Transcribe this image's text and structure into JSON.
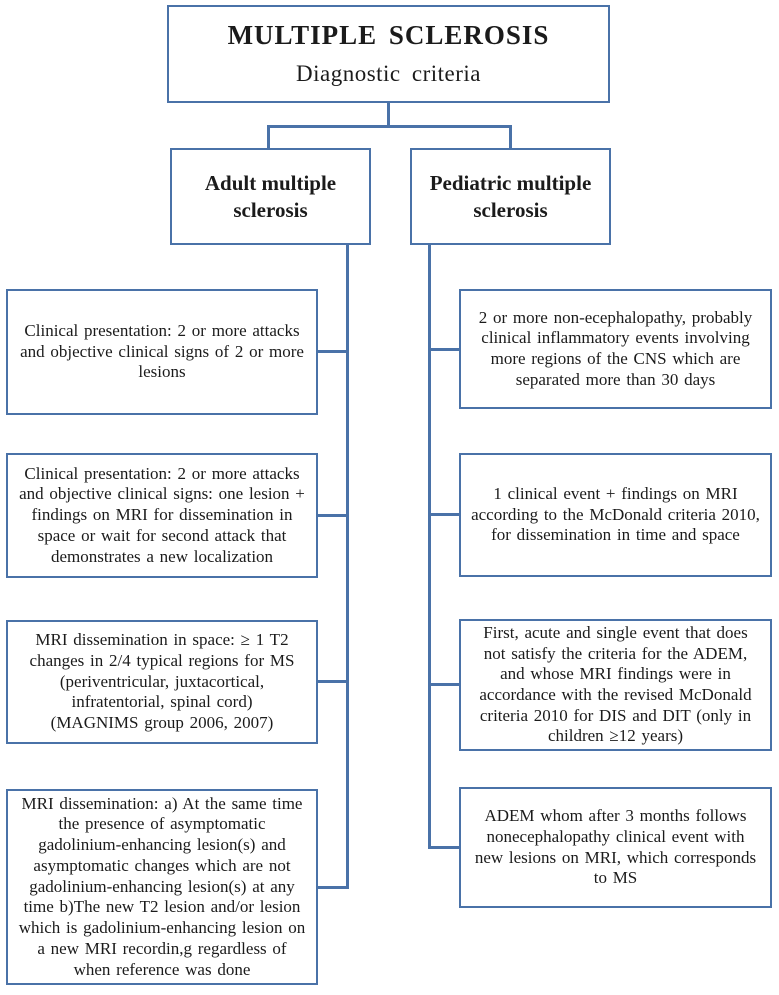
{
  "palette": {
    "line_blue": "#4a72a8",
    "text_black": "#1b1b1b",
    "background": "#ffffff"
  },
  "title_box": {
    "title": "MULTIPLE SCLEROSIS",
    "subtitle": "Diagnostic criteria"
  },
  "branch_boxes": {
    "adult": {
      "label": "Adult multiple\nsclerosis"
    },
    "pediatric": {
      "label": "Pediatric multiple\nsclerosis"
    }
  },
  "adult_criteria": [
    {
      "text": "Clinical presentation: 2 or more attacks\nand objective clinical signs of 2 or more\nlesions"
    },
    {
      "text": "Clinical presentation: 2 or more attacks\nand objective clinical signs: one lesion +\nfindings on MRI for dissemination in\nspace or wait for second attack that\ndemonstrates a new localization"
    },
    {
      "text": "MRI dissemination in space: ≥ 1 T2\nchanges in 2/4 typical regions for MS\n(periventricular, juxtacortical,\ninfratentorial, spinal cord)\n(MAGNIMS group 2006, 2007)"
    },
    {
      "text": "MRI dissemination: a) At the same time\nthe presence of asymptomatic\ngadolinium-enhancing lesion(s) and\nasymptomatic changes which are not\ngadolinium-enhancing lesion(s) at any\ntime b)The new T2 lesion and/or lesion\nwhich is gadolinium-enhancing lesion on\na new MRI recordin,g regardless of\nwhen reference was done"
    }
  ],
  "pediatric_criteria": [
    {
      "text": "2 or more non-ecephalopathy, probably\nclinical inflammatory events involving\nmore regions of the CNS which are\nseparated more than 30 days"
    },
    {
      "text": "1 clinical event + findings on MRI\naccording to the McDonald criteria 2010,\nfor dissemination in time and space"
    },
    {
      "text": "First, acute and single event that does\nnot satisfy the criteria for the ADEM,\nand whose MRI findings were in\naccordance with the revised McDonald\ncriteria 2010 for DIS and DIT (only in\nchildren ≥12 years)"
    },
    {
      "text": "ADEM whom after 3 months follows\nnonecephalopathy clinical event with\nnew lesions on MRI, which corresponds\nto MS"
    }
  ]
}
